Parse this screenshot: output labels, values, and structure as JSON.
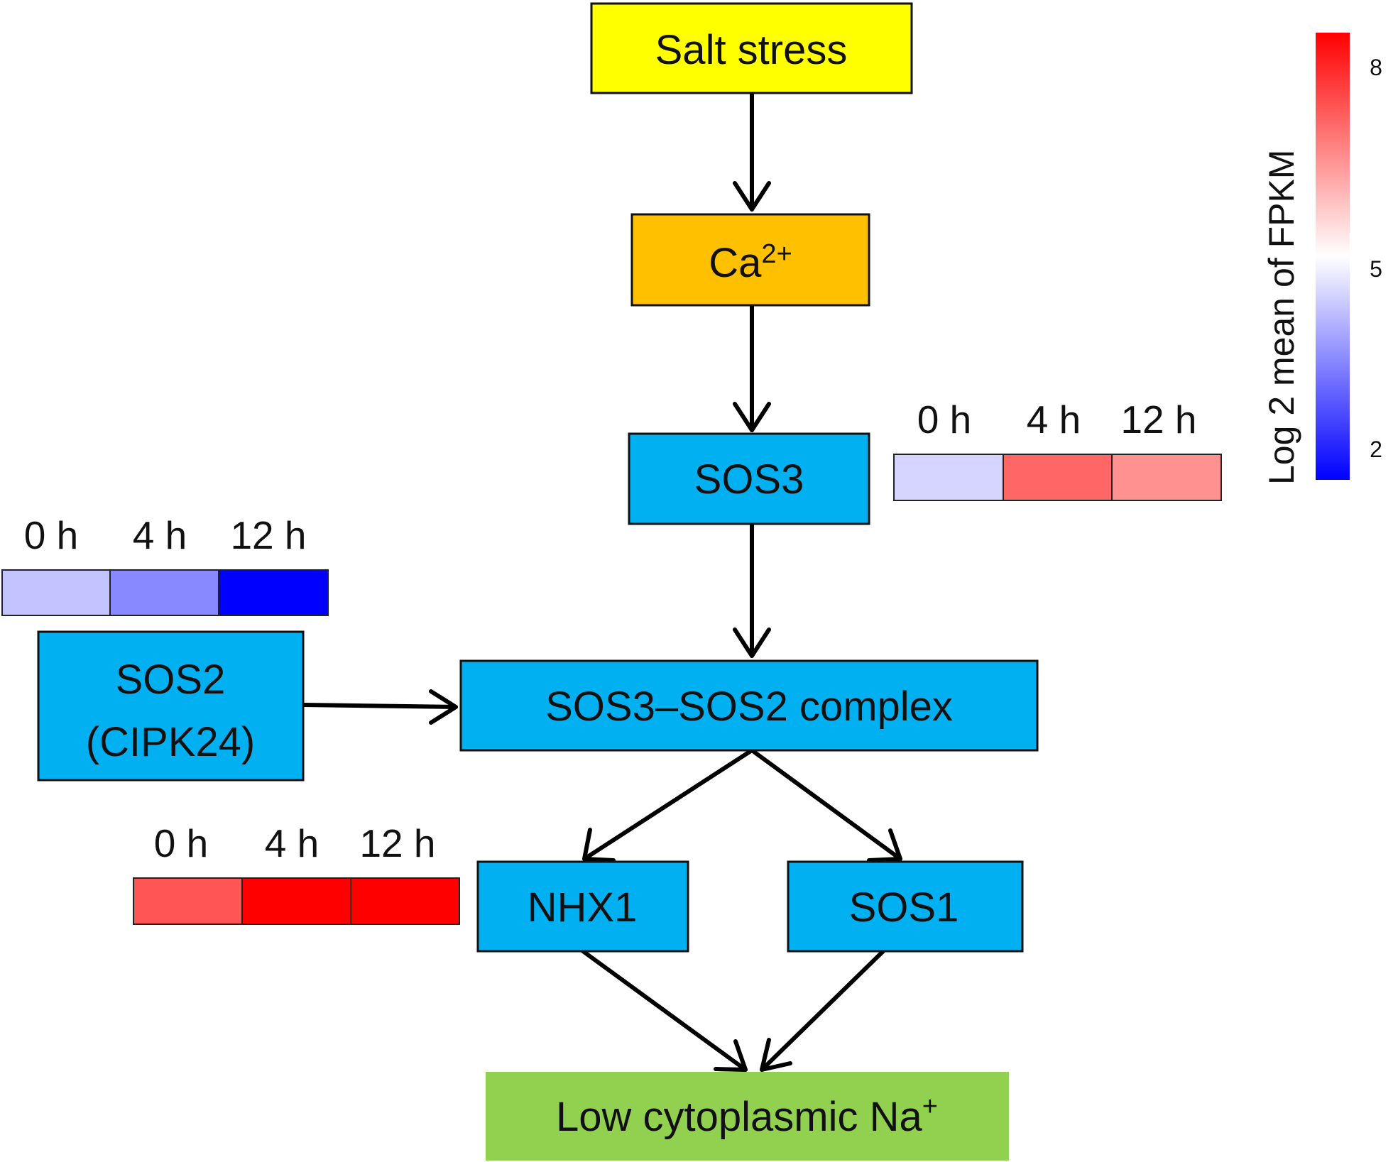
{
  "colors": {
    "yellow_box": "#ffff00",
    "orange_box": "#ffc000",
    "blue_box": "#00b0f0",
    "green_box": "#92d050",
    "scale_low": "#0000ff",
    "scale_mid": "#ffffff",
    "scale_high": "#ff0000"
  },
  "nodes": {
    "salt_stress": "Salt stress",
    "calcium_base": "Ca",
    "calcium_sup": "2+",
    "sos3": "SOS3",
    "sos2_line1": "SOS2",
    "sos2_line2": "(CIPK24)",
    "complex": "SOS3–SOS2 complex",
    "nhx1": "NHX1",
    "sos1": "SOS1",
    "sodium_base": "Low cytoplasmic Na",
    "sodium_sup": "+"
  },
  "heatmaps": {
    "time_labels": [
      "0 h",
      "4 h",
      "12 h"
    ],
    "sos3": {
      "values": [
        4.5,
        6.8,
        6.3
      ]
    },
    "sos2": {
      "values": [
        4.3,
        3.6,
        2.0
      ]
    },
    "nhx1": {
      "values": [
        7.0,
        8.0,
        8.0
      ]
    }
  },
  "legend": {
    "title": "Log 2 mean of FPKM",
    "min": 2,
    "mid": 5,
    "max": 8,
    "ticks": [
      "8",
      "5",
      "2"
    ]
  }
}
